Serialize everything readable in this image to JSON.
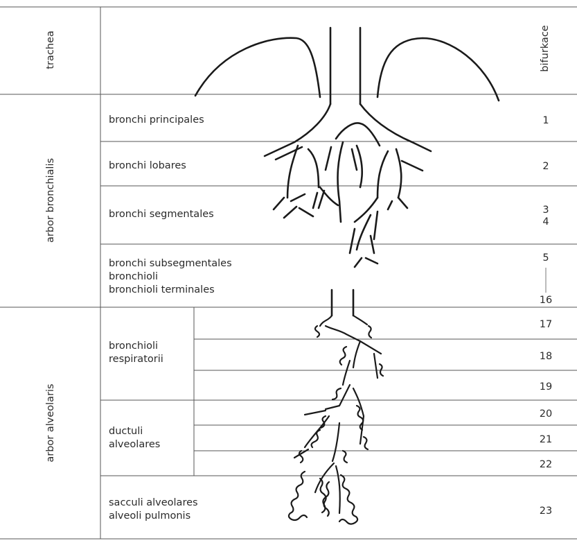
{
  "header": {
    "column_title": "bifurkace"
  },
  "sections": [
    {
      "label": "trachea"
    },
    {
      "label": "arbor bronchialis"
    },
    {
      "label": "arbor alveolaris"
    }
  ],
  "rows": [
    {
      "lines": [
        "bronchi principales"
      ],
      "gen": "1"
    },
    {
      "lines": [
        "bronchi lobares"
      ],
      "gen": "2"
    },
    {
      "lines": [
        "bronchi segmentales"
      ],
      "gen": [
        "3",
        "4"
      ]
    },
    {
      "lines": [
        "bronchi subsegmentales",
        "bronchioli",
        "bronchioli terminales"
      ],
      "gen_top": "5",
      "gen_bottom": "16"
    },
    {
      "lines": [
        "bronchioli",
        "respiratorii"
      ],
      "gens": [
        "17",
        "18",
        "19"
      ]
    },
    {
      "lines": [
        "ductuli",
        "alveolares"
      ],
      "gens": [
        "20",
        "21",
        "22"
      ]
    },
    {
      "lines": [
        "sacculi alveolares",
        "alveoli pulmonis"
      ],
      "gen": "23"
    }
  ]
}
